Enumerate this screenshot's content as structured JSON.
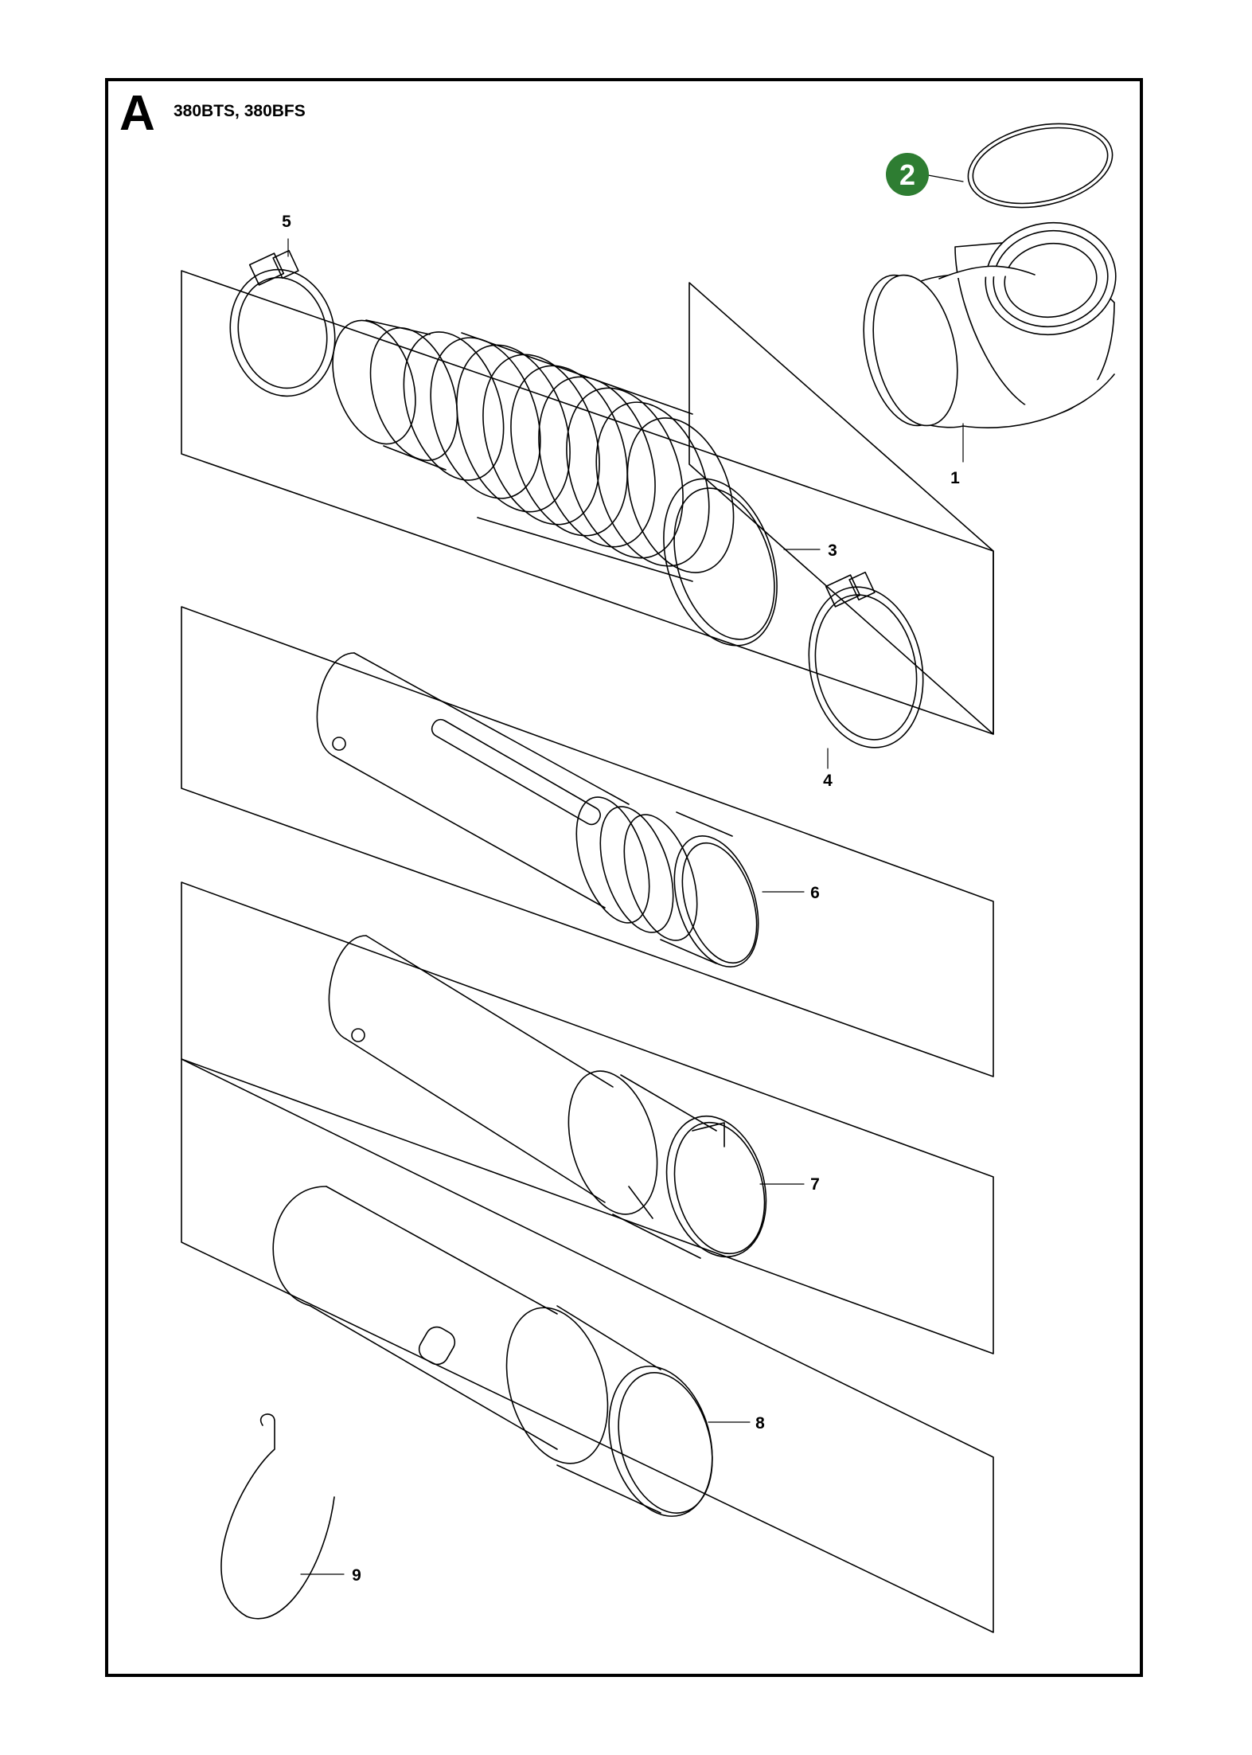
{
  "header": {
    "section_letter": "A",
    "models": "380BTS, 380BFS"
  },
  "highlight_color": "#2e7d32",
  "callouts": {
    "part_1": "1",
    "part_2": "2",
    "part_3": "3",
    "part_4": "4",
    "part_5": "5",
    "part_6": "6",
    "part_7": "7",
    "part_8": "8",
    "part_9": "9"
  }
}
